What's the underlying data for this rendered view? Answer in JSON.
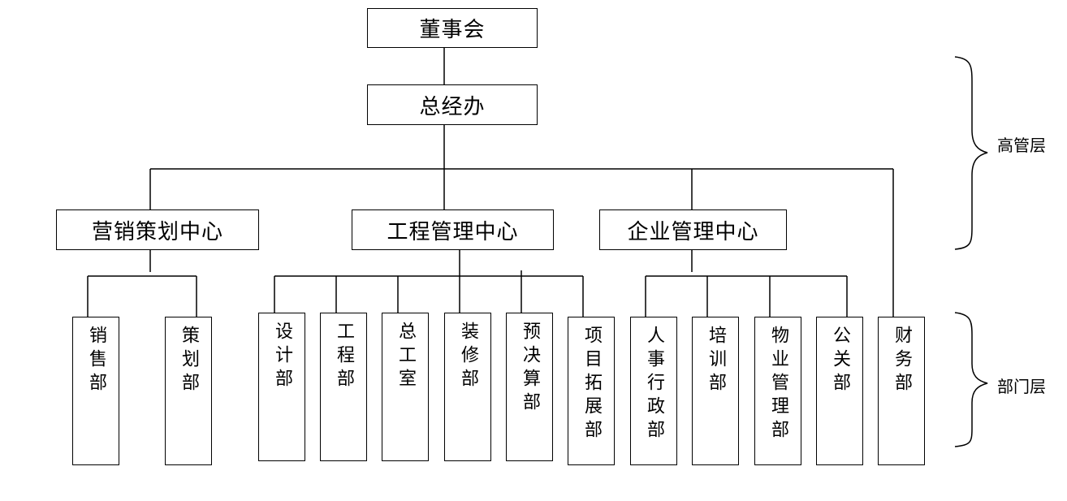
{
  "board": "董事会",
  "gm_office": "总经办",
  "centers": {
    "marketing": "营销策划中心",
    "engineering": "工程管理中心",
    "enterprise": "企业管理中心"
  },
  "departments": {
    "sales": "销售部",
    "planning": "策划部",
    "design": "设计部",
    "engineering": "工程部",
    "chief_engineer": "总工室",
    "decoration": "装修部",
    "budget": "预决算部",
    "project_expansion": "项目拓展部",
    "hr_admin": "人事行政部",
    "training": "培训部",
    "property": "物业管理部",
    "pr": "公关部",
    "finance": "财务部"
  },
  "levels": {
    "senior": "高管层",
    "department": "部门层"
  }
}
